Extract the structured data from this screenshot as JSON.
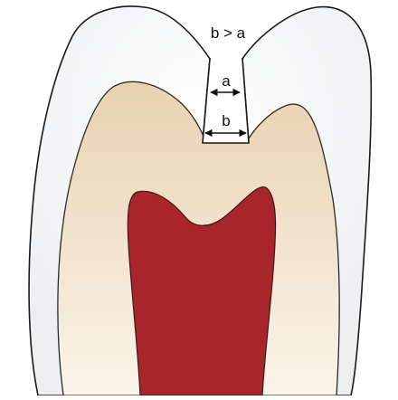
{
  "labels": {
    "relation": "b > a",
    "a": "a",
    "b": "b"
  },
  "colors": {
    "enamel": "#f3f4f5",
    "enamel_outline": "#1a1a1a",
    "dentin_top": "#e8d2b0",
    "dentin_bottom": "#fbf4ea",
    "pulp": "#a8262b",
    "pulp_outline": "#3a1a1a",
    "arrow": "#111111"
  }
}
